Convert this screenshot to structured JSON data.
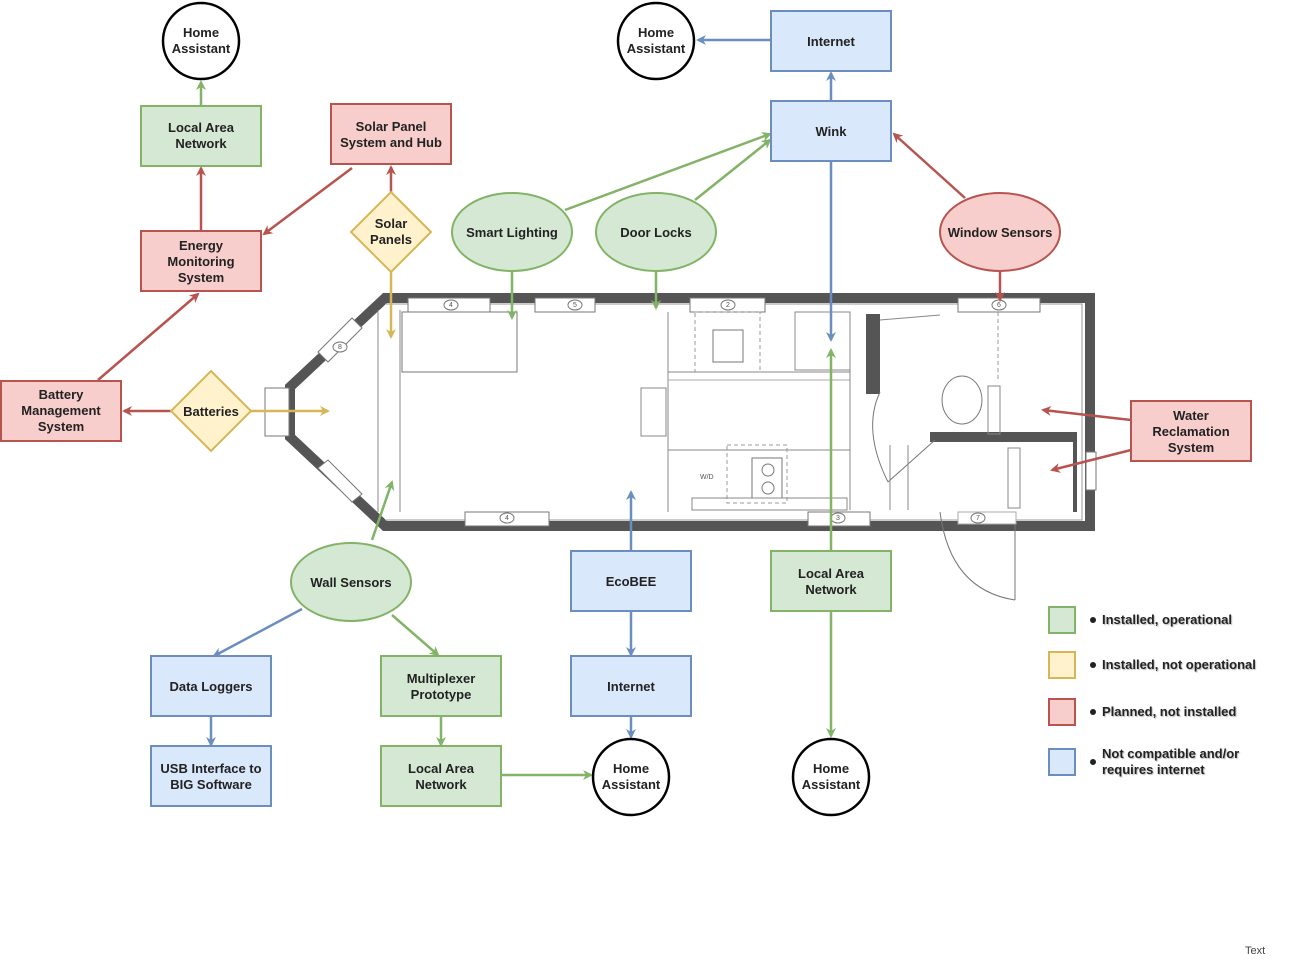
{
  "colors": {
    "green_fill": "#d5e8d4",
    "green_stroke": "#82b366",
    "yellow_fill": "#fff2cc",
    "yellow_stroke": "#d6b656",
    "red_fill": "#f8cecc",
    "red_stroke": "#b85450",
    "blue_fill": "#dae8fc",
    "blue_stroke": "#6c8ebf",
    "wall": "#555555"
  },
  "nodes": {
    "ha_top_left": "Home\nAssistant",
    "lan_top_left": "Local Area\nNetwork",
    "solar_panel_system": "Solar Panel\nSystem and Hub",
    "solar_panels": "Solar\nPanels",
    "energy_monitoring": "Energy\nMonitoring\nSystem",
    "battery_management": "Battery\nManagement\nSystem",
    "batteries": "Batteries",
    "smart_lighting": "Smart Lighting",
    "door_locks": "Door Locks",
    "ha_top_mid": "Home\nAssistant",
    "internet_top": "Internet",
    "wink": "Wink",
    "window_sensors": "Window Sensors",
    "water_reclamation": "Water\nReclamation\nSystem",
    "wall_sensors": "Wall Sensors",
    "data_loggers": "Data Loggers",
    "usb_interface": "USB Interface to\nBIG Software",
    "multiplexer": "Multiplexer\nPrototype",
    "lan_bottom": "Local Area\nNetwork",
    "ha_bottom_left": "Home\nAssistant",
    "ecobee": "EcoBEE",
    "internet_bottom": "Internet",
    "lan_right": "Local Area\nNetwork",
    "ha_bottom_right": "Home\nAssistant"
  },
  "plan_labels": {
    "win_a": "4",
    "win_b": "5",
    "win_c": "2",
    "win_d": "6",
    "win_e": "8",
    "win_f": "4",
    "win_g": "3",
    "door": "7",
    "washer": "W/D"
  },
  "legend": [
    {
      "label": "Installed, operational",
      "color": "green"
    },
    {
      "label": "Installed, not operational",
      "color": "yellow"
    },
    {
      "label": "Planned, not installed",
      "color": "red"
    },
    {
      "label": "Not compatible and/or requires internet",
      "color": "blue"
    }
  ],
  "footer": {
    "text": "Text"
  }
}
